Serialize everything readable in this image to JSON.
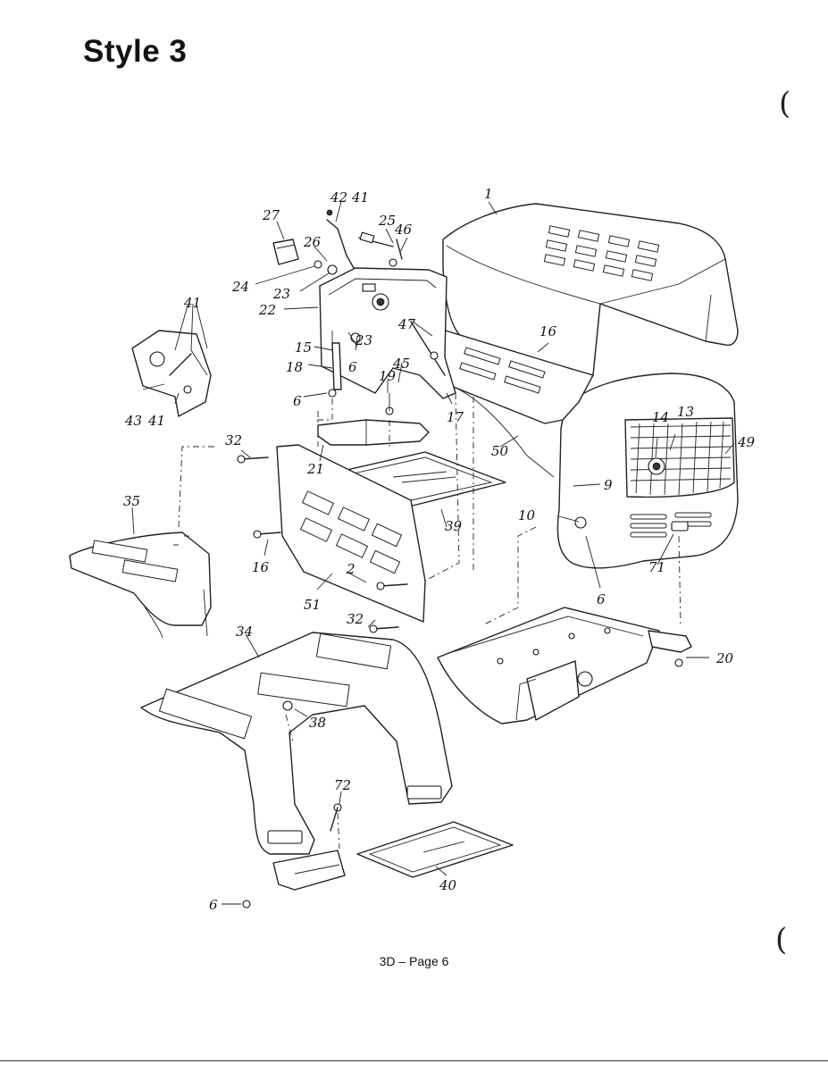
{
  "page": {
    "title": "Style 3",
    "footer": "3D – Page 6",
    "margin_marks": [
      "(",
      "("
    ]
  },
  "callouts": [
    {
      "id": "c1",
      "label": "1"
    },
    {
      "id": "c2",
      "label": "2"
    },
    {
      "id": "c6a",
      "label": "6"
    },
    {
      "id": "c6b",
      "label": "6"
    },
    {
      "id": "c6c",
      "label": "6"
    },
    {
      "id": "c6d",
      "label": "6"
    },
    {
      "id": "c9",
      "label": "9"
    },
    {
      "id": "c10",
      "label": "10"
    },
    {
      "id": "c13",
      "label": "13"
    },
    {
      "id": "c14",
      "label": "14"
    },
    {
      "id": "c15",
      "label": "15"
    },
    {
      "id": "c16a",
      "label": "16"
    },
    {
      "id": "c16b",
      "label": "16"
    },
    {
      "id": "c17",
      "label": "17"
    },
    {
      "id": "c18",
      "label": "18"
    },
    {
      "id": "c19",
      "label": "19"
    },
    {
      "id": "c20",
      "label": "20"
    },
    {
      "id": "c21",
      "label": "21"
    },
    {
      "id": "c22",
      "label": "22"
    },
    {
      "id": "c23a",
      "label": "23"
    },
    {
      "id": "c23b",
      "label": "23"
    },
    {
      "id": "c24",
      "label": "24"
    },
    {
      "id": "c25",
      "label": "25"
    },
    {
      "id": "c26",
      "label": "26"
    },
    {
      "id": "c27",
      "label": "27"
    },
    {
      "id": "c32a",
      "label": "32"
    },
    {
      "id": "c32b",
      "label": "32"
    },
    {
      "id": "c34",
      "label": "34"
    },
    {
      "id": "c35",
      "label": "35"
    },
    {
      "id": "c38",
      "label": "38"
    },
    {
      "id": "c39",
      "label": "39"
    },
    {
      "id": "c40",
      "label": "40"
    },
    {
      "id": "c41a",
      "label": "41"
    },
    {
      "id": "c41b",
      "label": "41"
    },
    {
      "id": "c41c",
      "label": "41"
    },
    {
      "id": "c42",
      "label": "42"
    },
    {
      "id": "c43",
      "label": "43"
    },
    {
      "id": "c45",
      "label": "45"
    },
    {
      "id": "c46",
      "label": "46"
    },
    {
      "id": "c47",
      "label": "47"
    },
    {
      "id": "c49",
      "label": "49"
    },
    {
      "id": "c50",
      "label": "50"
    },
    {
      "id": "c51",
      "label": "51"
    },
    {
      "id": "c71",
      "label": "71"
    },
    {
      "id": "c72",
      "label": "72"
    }
  ]
}
